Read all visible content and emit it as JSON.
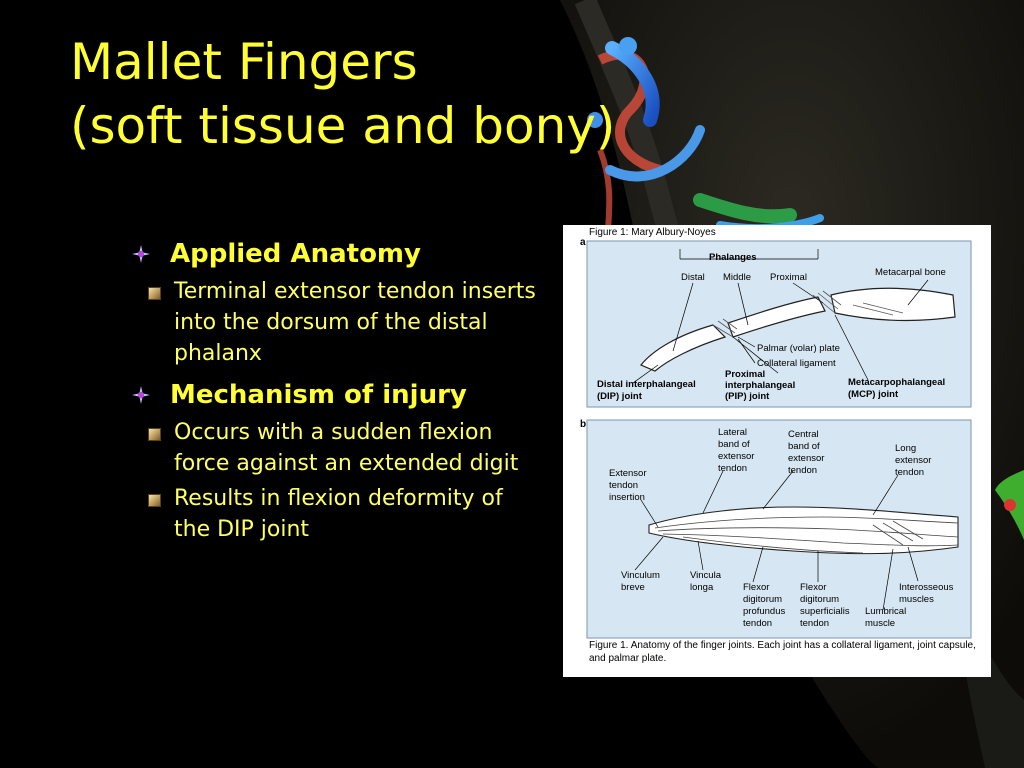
{
  "slide": {
    "title_line1": "Mallet Fingers",
    "title_line2": "(soft tissue and bony)"
  },
  "bullets": [
    {
      "text": "Applied Anatomy",
      "sub": [
        "Terminal extensor tendon inserts into the dorsum of the distal phalanx"
      ]
    },
    {
      "text": "Mechanism of injury",
      "sub": [
        "Occurs with a sudden flexion force against an extended digit",
        "Results in flexion deformity of the DIP joint"
      ]
    }
  ],
  "figure": {
    "header": "Figure 1: Mary Albury-Noyes",
    "caption": "Figure 1. Anatomy of the finger joints. Each joint has a collateral ligament, joint capsule, and palmar plate.",
    "panel_a": {
      "letter": "a",
      "phalanges": "Phalanges",
      "distal": "Distal",
      "middle": "Middle",
      "proximal": "Proximal",
      "metacarpal_bone": "Metacarpal bone",
      "palmar_plate": "Palmar (volar) plate",
      "collateral_ligament": "Collateral ligament",
      "dip_line1": "Distal interphalangeal",
      "dip_line2": "(DIP) joint",
      "pip_line1": "Proximal",
      "pip_line2": "interphalangeal",
      "pip_line3": "(PIP) joint",
      "mcp_line1": "Metacarpophalangeal",
      "mcp_line2": "(MCP) joint"
    },
    "panel_b": {
      "letter": "b",
      "lateral_band": [
        "Lateral",
        "band of",
        "extensor",
        "tendon"
      ],
      "central_band": [
        "Central",
        "band of",
        "extensor",
        "tendon"
      ],
      "long_extensor": [
        "Long",
        "extensor",
        "tendon"
      ],
      "extensor_insertion": [
        "Extensor",
        "tendon",
        "insertion"
      ],
      "vinculum_breve": [
        "Vinculum",
        "breve"
      ],
      "vincula_longa": [
        "Vincula",
        "longa"
      ],
      "fdp": [
        "Flexor",
        "digitorum",
        "profundus",
        "tendon"
      ],
      "fds": [
        "Flexor",
        "digitorum",
        "superficialis",
        "tendon"
      ],
      "interosseous": [
        "Interosseous",
        "muscles"
      ],
      "lumbrical": [
        "Lumbrical",
        "muscle"
      ]
    }
  },
  "colors": {
    "background": "#000000",
    "title": "#ffff33",
    "body_text": "#ffff66",
    "figure_panel": "#d6e6f2"
  }
}
